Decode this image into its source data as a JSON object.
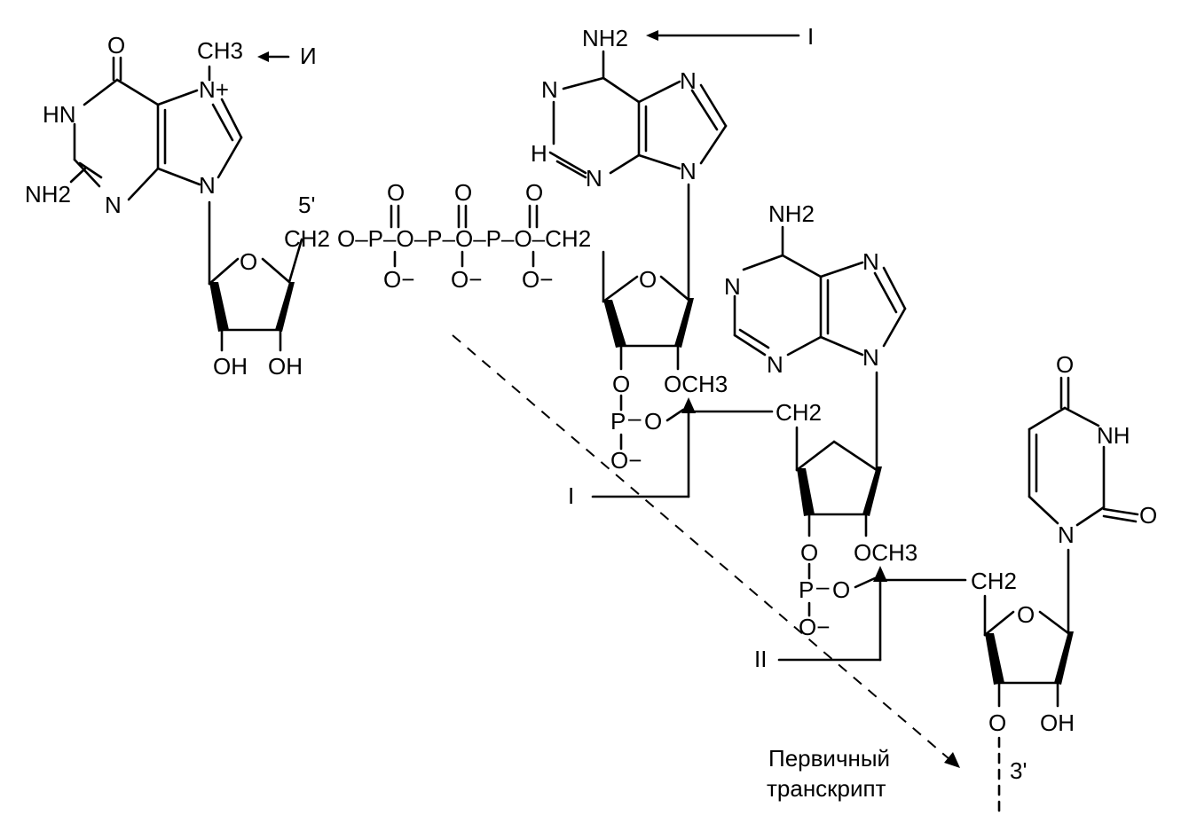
{
  "diagram": {
    "labels": {
      "cap_methyl": "CH3",
      "cap_marker": "И",
      "guanine_o": "O",
      "guanine_n7": "N+",
      "guanine_hn": "HN",
      "guanine_nh2": "NH2",
      "guanine_n3": "N",
      "guanine_n9": "N",
      "five_prime": "5'",
      "ch2_cap": "CH2",
      "triphosphate_chain": "O–P–O–P–O–P–O–CH2",
      "p_o_top": "O",
      "p_o_minus": "O−",
      "ring_o": "O",
      "oh": "OH",
      "adenine_nh2": "NH2",
      "adenine_n": "N",
      "adenine_h": "H",
      "methyl_marker_1": "I",
      "ome": "OCH3",
      "phosphate_p": "P",
      "phosphate_o": "O",
      "phosphate_o_minus": "O−",
      "ch2": "CH2",
      "uracil_o": "O",
      "uracil_nh": "NH",
      "uracil_n": "N",
      "site_I": "I",
      "site_II": "II",
      "three_prime": "3'",
      "transcript_line1": "Первичный",
      "transcript_line2": "транскрипт"
    }
  }
}
